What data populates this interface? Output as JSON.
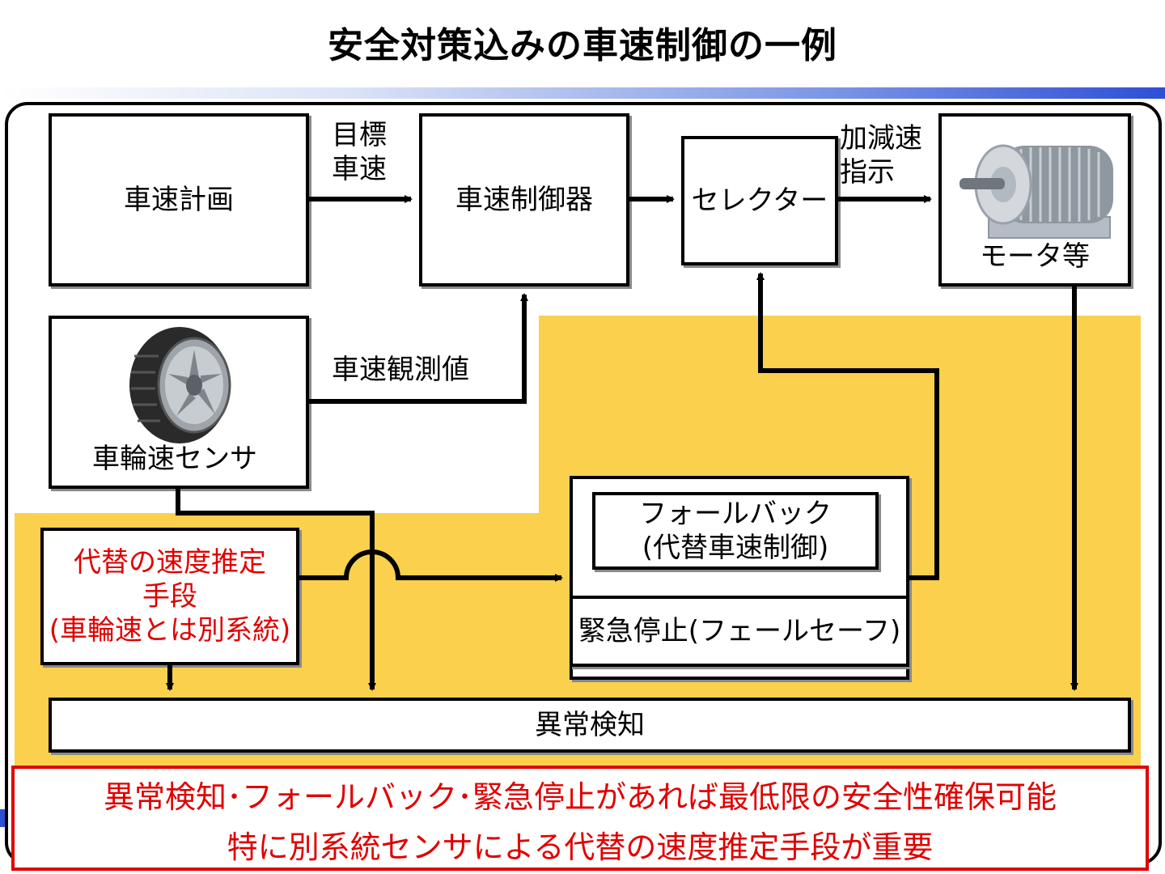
{
  "title": "安全対策込みの車速制御の一例",
  "boxes": {
    "speed_plan": "車速計画",
    "speed_controller": "車速制御器",
    "selector": "セレクター",
    "motor": "モータ等",
    "wheel_sensor": "車輪速センサ",
    "alt_estimate_line1": "代替の速度推定",
    "alt_estimate_line2": "手段",
    "alt_estimate_line3": "(車輪速とは別系統)",
    "fallback_line1": "フォールバック",
    "fallback_line2": "(代替車速制御)",
    "emergency_stop": "緊急停止(フェールセーフ)",
    "anomaly_detection": "異常検知"
  },
  "labels": {
    "target_speed_line1": "目標",
    "target_speed_line2": "車速",
    "accel_cmd_line1": "加減速",
    "accel_cmd_line2": "指示",
    "speed_observation": "車速観測値"
  },
  "note": {
    "line1": "異常検知･フォールバック･緊急停止があれば最低限の安全性確保可能",
    "line2": "特に別系統センサによる代替の速度推定手段が重要"
  },
  "colors": {
    "highlight_yellow": "#fbd04d",
    "note_red": "#e00000",
    "title_bar_blue": "#2e4fd6"
  },
  "icons": [
    "tire-icon",
    "motor-icon"
  ]
}
